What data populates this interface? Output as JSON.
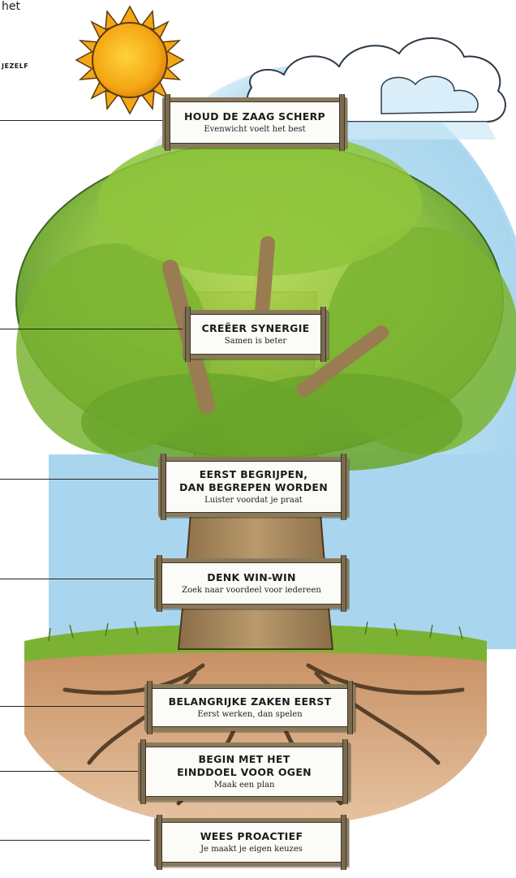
{
  "fragments": {
    "top_text": "het",
    "small_text": "JEZELF"
  },
  "signs": [
    {
      "id": "sign-houd-de-zaag-scherp",
      "title": "HOUD DE ZAAG SCHERP",
      "subtitle": "Evenwicht voelt het best"
    },
    {
      "id": "sign-creeer-synergie",
      "title": "CREËER SYNERGIE",
      "subtitle": "Samen is beter"
    },
    {
      "id": "sign-eerst-begrijpen",
      "title": "EERST BEGRIJPEN,\nDAN BEGREPEN WORDEN",
      "subtitle": "Luister voordat je praat"
    },
    {
      "id": "sign-denk-win-win",
      "title": "DENK WIN-WIN",
      "subtitle": "Zoek naar voordeel voor iedereen"
    },
    {
      "id": "sign-belangrijke-zaken-eerst",
      "title": "BELANGRIJKE ZAKEN EERST",
      "subtitle": "Eerst werken, dan spelen"
    },
    {
      "id": "sign-begin-met-het-einddoel",
      "title": "BEGIN MET HET\nEINDDOEL VOOR OGEN",
      "subtitle": "Maak een plan"
    },
    {
      "id": "sign-wees-proactief",
      "title": "WEES PROACTIEF",
      "subtitle": "Je maakt je eigen keuzes"
    }
  ],
  "colors": {
    "sky": "#a9d6ee",
    "foliage": "#6fae2c",
    "trunk": "#a88a5e",
    "soil": "#c8946a",
    "grass": "#7cb233",
    "sun": "#f4a614",
    "sign_frame": "#8a7a5c"
  }
}
